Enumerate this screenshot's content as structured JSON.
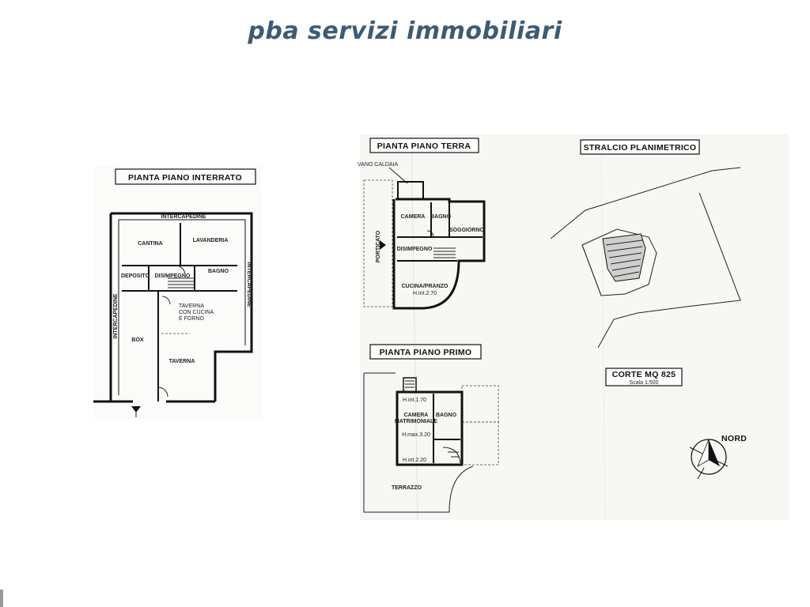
{
  "header": {
    "title": "pba servizi immobiliari"
  },
  "plans": {
    "interrato": {
      "heading": "PIANTA PIANO INTERRATO",
      "rooms": {
        "intercapedine_top": "INTERCAPEDINE",
        "intercapedine_left": "INTERCAPEDINE",
        "intercapedine_right": "INTERCAPEDINE",
        "cantina": "CANTINA",
        "lavanderia": "LAVANDERIA",
        "deposito": "DEPOSITO",
        "disimpegno": "DISIMPEGNO",
        "bagno": "BAGNO",
        "taverna_cucina_1": "TAVERNA",
        "taverna_cucina_2": "CON CUCINA",
        "taverna_cucina_3": "E FORNO",
        "box": "BOX",
        "taverna": "TAVERNA"
      }
    },
    "terra": {
      "heading": "PIANTA PIANO TERRA",
      "rooms": {
        "vano_caldaia": "VANO CALDAIA",
        "camera": "CAMERA",
        "bagno": "BAGNO",
        "soggiorno": "SOGGIORNO",
        "porticato": "PORTICATO",
        "disimpegno": "DISIMPEGNO",
        "cucina": "CUCINA/PRANZO",
        "h_int": "H.int.2.70"
      }
    },
    "primo": {
      "heading": "PIANTA PIANO PRIMO",
      "rooms": {
        "h_int_170": "H.int.1.70",
        "camera_1": "CAMERA",
        "camera_2": "MATRIMONIALE",
        "bagno": "BAGNO",
        "h_max": "H.max.3.20",
        "h_int_220": "H.int.2.20",
        "terrazzo": "TERRAZZO"
      }
    },
    "stralcio": {
      "heading": "STRALCIO PLANIMETRICO",
      "corte": "CORTE MQ 825",
      "scala": "Scala 1:500",
      "nord": "NORD"
    }
  }
}
